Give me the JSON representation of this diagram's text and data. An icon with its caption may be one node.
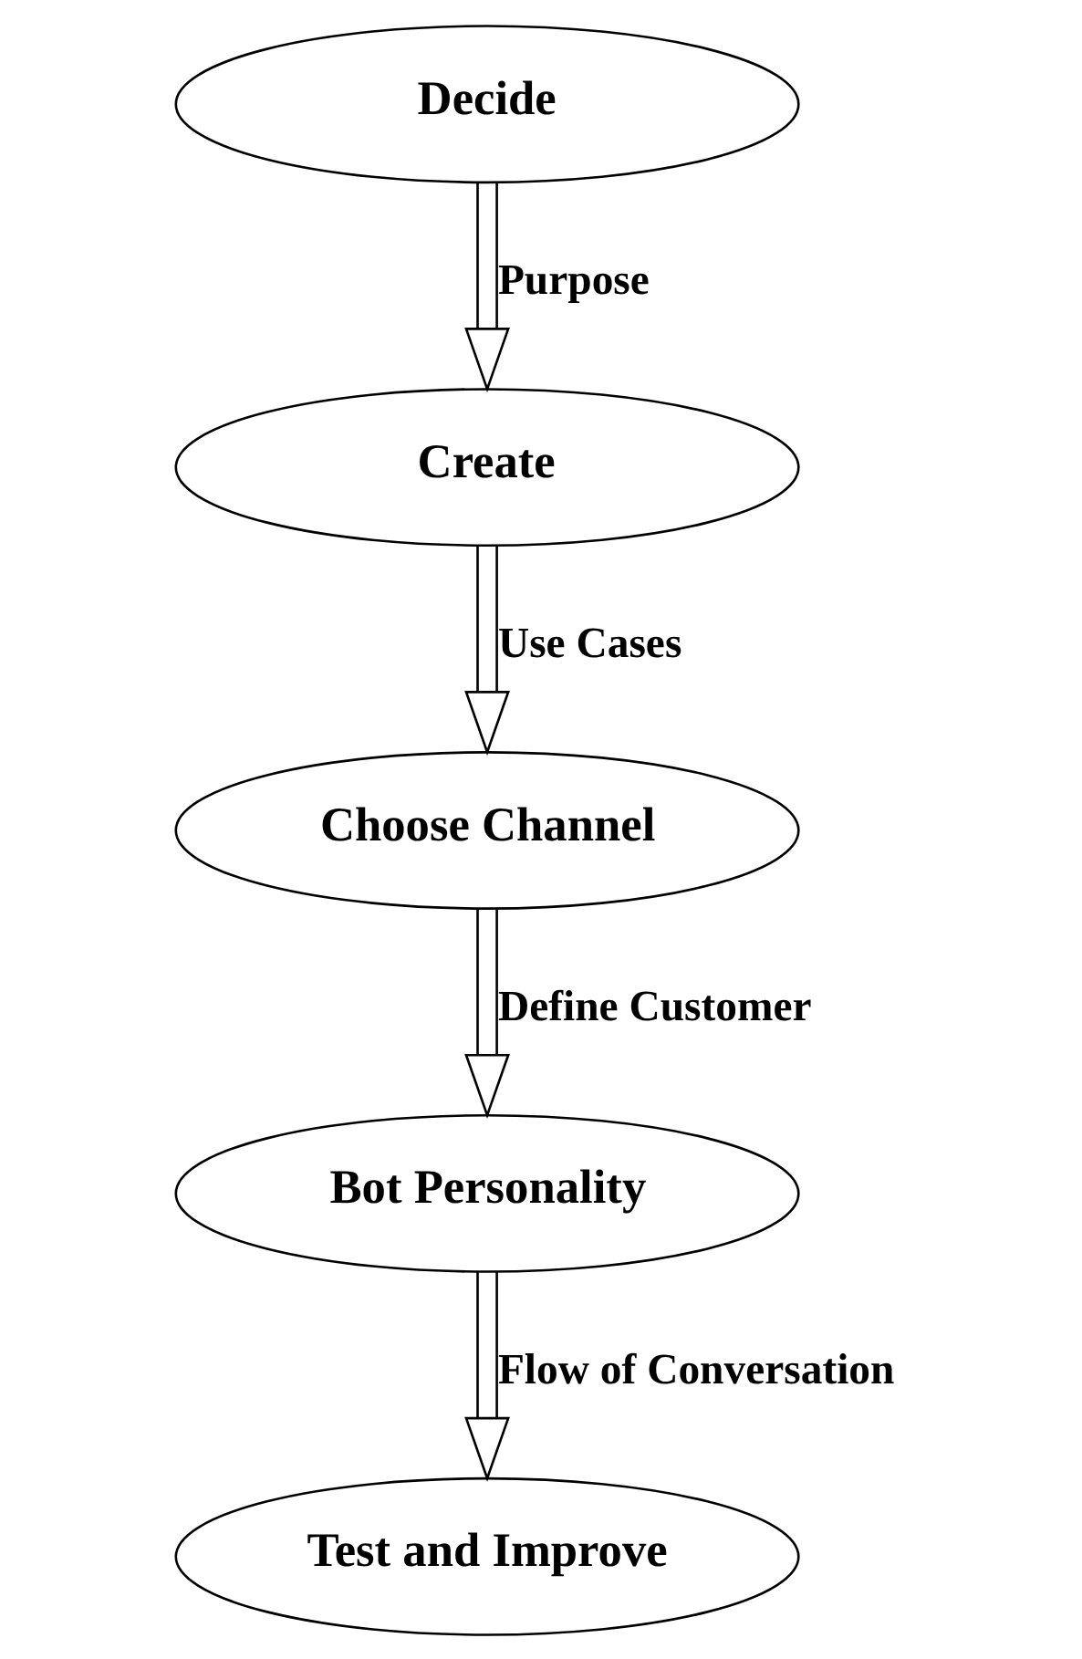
{
  "diagram": {
    "nodes": [
      {
        "text": [
          "Decide"
        ]
      },
      {
        "text": [
          "Create"
        ]
      },
      {
        "text": [
          "Choose Channel"
        ]
      },
      {
        "text": [
          "Bot Personality"
        ]
      },
      {
        "text": [
          "Test and Improve"
        ]
      }
    ],
    "edges": [
      {
        "from": 0,
        "to": 1,
        "arrow": "to",
        "label": "Purpose"
      },
      {
        "from": 1,
        "to": 2,
        "arrow": "to",
        "label": "Use Cases"
      },
      {
        "from": 2,
        "to": 3,
        "arrow": "to",
        "label": "Define Customer"
      },
      {
        "from": 3,
        "to": 4,
        "arrow": "to",
        "label": "Flow of Conversation"
      }
    ]
  }
}
